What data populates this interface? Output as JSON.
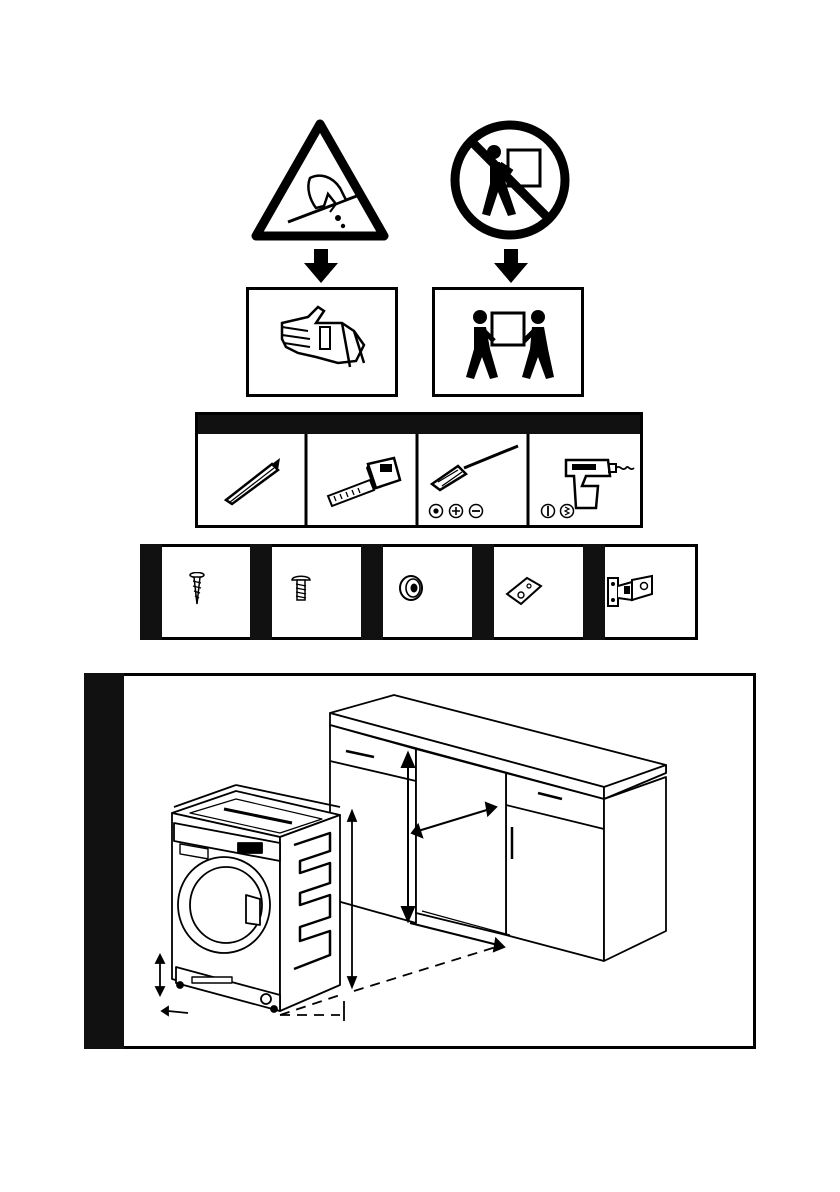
{
  "colors": {
    "ink": "#000000",
    "paper": "#ffffff",
    "bar": "#111111"
  },
  "warnings": [
    {
      "hazard_icon": "sharp-edge-warning-icon",
      "remedy_icon": "protective-glove-icon"
    },
    {
      "hazard_icon": "no-single-person-lift-icon",
      "remedy_icon": "two-person-lift-icon"
    }
  ],
  "tools": [
    {
      "icon": "pencil-icon"
    },
    {
      "icon": "tape-measure-icon"
    },
    {
      "icon": "screwdriver-icon",
      "symbols": [
        "torx-symbol",
        "phillips-symbol",
        "flat-symbol"
      ]
    },
    {
      "icon": "power-drill-icon",
      "symbols": [
        "drill-mode-symbol",
        "screw-mode-symbol"
      ]
    }
  ],
  "parts": [
    {
      "icon": "wood-screw-icon"
    },
    {
      "icon": "flat-head-screw-icon"
    },
    {
      "icon": "round-spacer-icon"
    },
    {
      "icon": "mounting-plate-icon"
    },
    {
      "icon": "door-hinge-icon"
    }
  ],
  "installation": {
    "icon": "built-in-washing-machine-diagram"
  }
}
